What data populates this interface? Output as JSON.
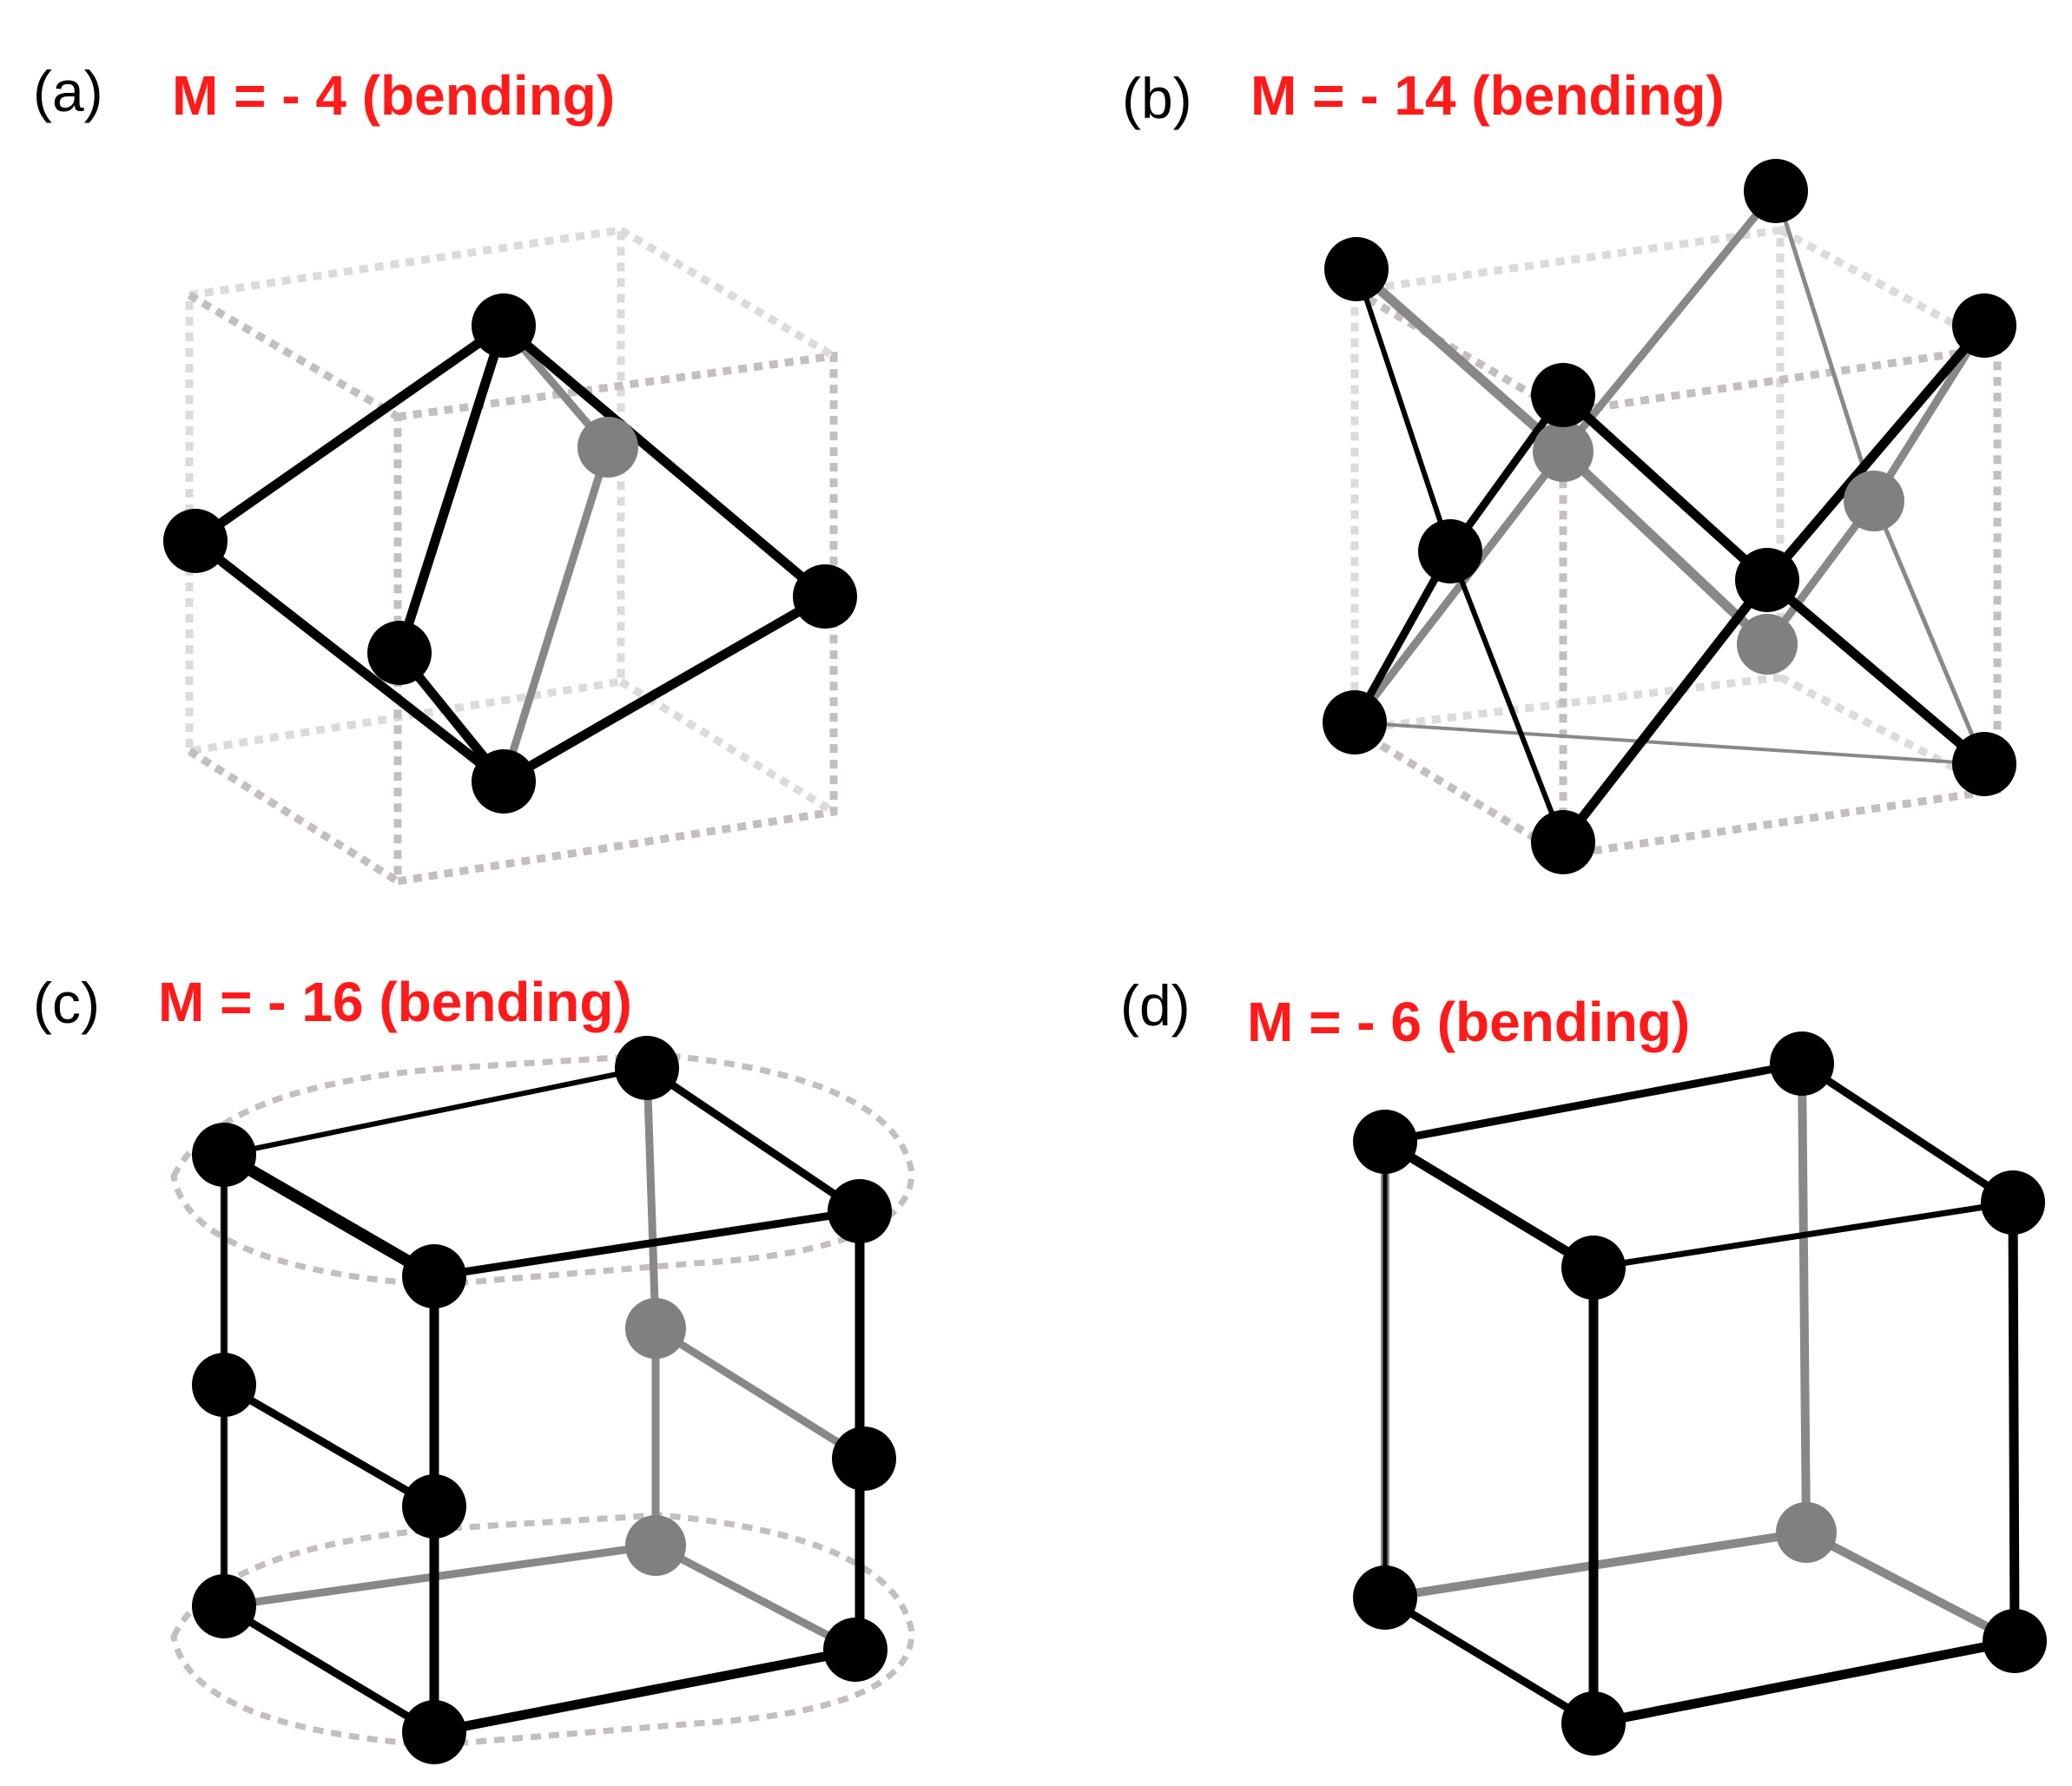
{
  "colors": {
    "formula": "#ff1a1a",
    "strut": "#000000",
    "back_strut": "#888888",
    "ghost_cell": "#c0bbbb",
    "node_front": "#000000",
    "node_back": "#808080"
  },
  "panels": [
    {
      "id": "a",
      "label": "(a)",
      "formula": "M = - 4 (bending)"
    },
    {
      "id": "b",
      "label": "(b)",
      "formula": "M = - 14 (bending)"
    },
    {
      "id": "c",
      "label": "(c)",
      "formula": "M = - 16 (bending)"
    },
    {
      "id": "d",
      "label": "(d)",
      "formula": "M = - 6 (bending)"
    }
  ]
}
